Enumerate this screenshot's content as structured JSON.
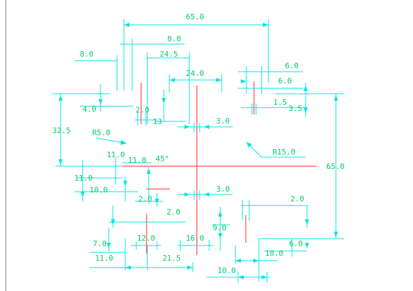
{
  "colors": {
    "dimension": "#00e5e5",
    "text": "#00cc66",
    "centerline": "#ff2020",
    "frame": "#8a8a8a"
  },
  "labels": {
    "d65_top": "65.0",
    "d8_mid": "8.0",
    "d8_left": "8.0",
    "d24_5": "24.5",
    "d24_0": "24.0",
    "d6_0_a": "6.0",
    "d6_0_b": "6.0",
    "d4_0": "4.0",
    "d2_0_a": "2.0",
    "d1_5": "1.5",
    "d3_5": "3.5",
    "d13": "13",
    "d3_0_a": "3.0",
    "d32_5": "32.5",
    "r5": "R5.0",
    "r15": "R15.0",
    "d11_0_a": "11.0",
    "d11_0_b": "11.0",
    "angle45": "45°",
    "d65_right": "65.0",
    "d11_0_c": "11.0",
    "d10_0_a": "10.0",
    "d3_0_b": "3.0",
    "d2_0_b": "2.0",
    "d2_0_c": "2.0",
    "d2_0_d": "2.0",
    "d9_0": "9.0",
    "d7_0": "7.0",
    "d12_0": "12.0",
    "d16_0": "16.0",
    "d6_0_c": "6.0",
    "d10_0_b": "10.0",
    "d11_0_d": "11.0",
    "d21_5": "21.5",
    "d10_0_c": "10.0"
  }
}
